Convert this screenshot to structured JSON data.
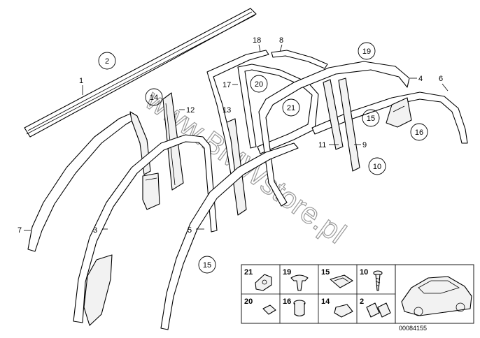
{
  "watermark": "www.BMWstore.pl",
  "diagram_code": "00084155",
  "labels": [
    {
      "id": "1",
      "circled": false
    },
    {
      "id": "2",
      "circled": true
    },
    {
      "id": "3",
      "circled": false
    },
    {
      "id": "4",
      "circled": false
    },
    {
      "id": "5",
      "circled": false
    },
    {
      "id": "6",
      "circled": false
    },
    {
      "id": "7",
      "circled": false
    },
    {
      "id": "8",
      "circled": false
    },
    {
      "id": "9",
      "circled": false
    },
    {
      "id": "10",
      "circled": true
    },
    {
      "id": "11",
      "circled": false
    },
    {
      "id": "12",
      "circled": false
    },
    {
      "id": "13",
      "circled": false
    },
    {
      "id": "14",
      "circled": true
    },
    {
      "id": "15",
      "circled": true
    },
    {
      "id": "15b",
      "text": "15",
      "circled": true
    },
    {
      "id": "16",
      "circled": true
    },
    {
      "id": "17",
      "circled": false
    },
    {
      "id": "18",
      "circled": false
    },
    {
      "id": "19",
      "circled": true
    },
    {
      "id": "20",
      "circled": true
    },
    {
      "id": "21",
      "circled": true
    }
  ],
  "fasteners_table": {
    "row1": [
      "21",
      "19",
      "15",
      "10"
    ],
    "row2": [
      "20",
      "16",
      "14",
      "2"
    ]
  }
}
